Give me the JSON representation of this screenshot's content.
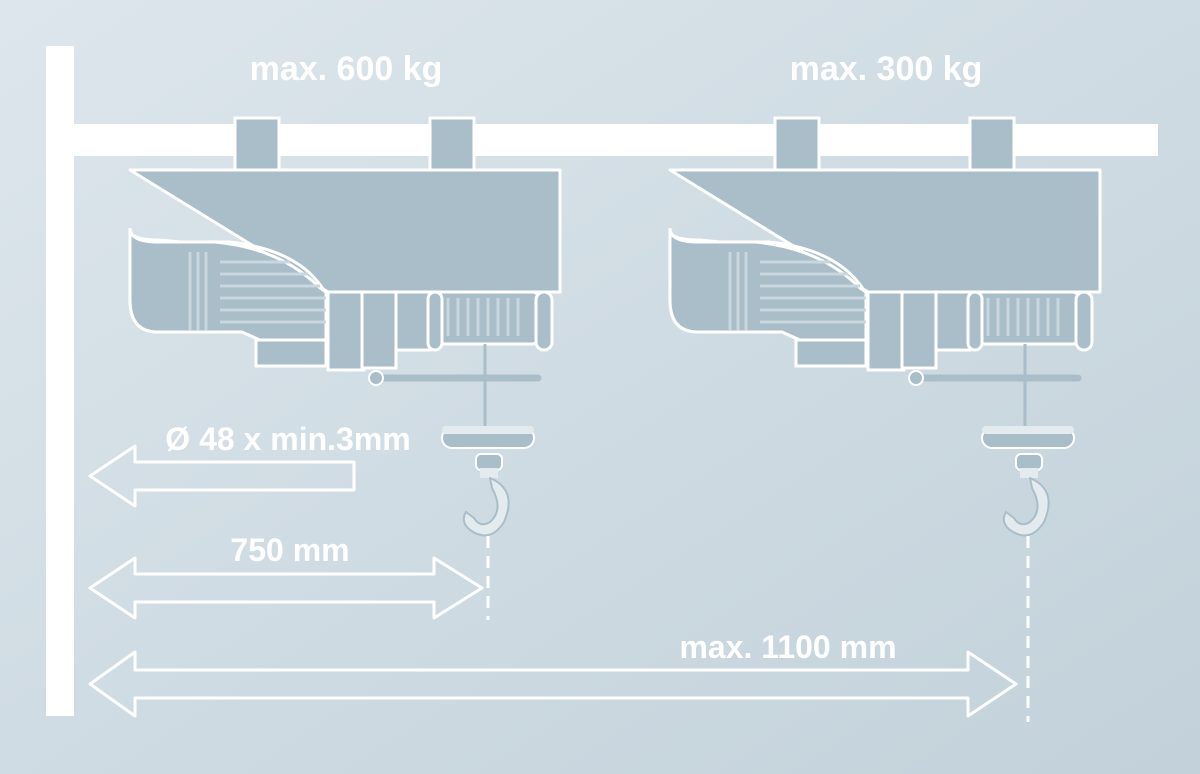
{
  "labels": {
    "load_left": "max. 600 kg",
    "load_right": "max. 300 kg",
    "tube_spec": "Ø 48 x min.3mm",
    "reach_min": "750 mm",
    "reach_max": "max. 1100 mm"
  },
  "colors": {
    "background_light": "#dde6ec",
    "background_dark": "#c2d1da",
    "structure": "#ffffff",
    "hoist_body": "#a9bec9",
    "hoist_detail": "#c9d7df",
    "hook_metal": "#e4ebef"
  }
}
